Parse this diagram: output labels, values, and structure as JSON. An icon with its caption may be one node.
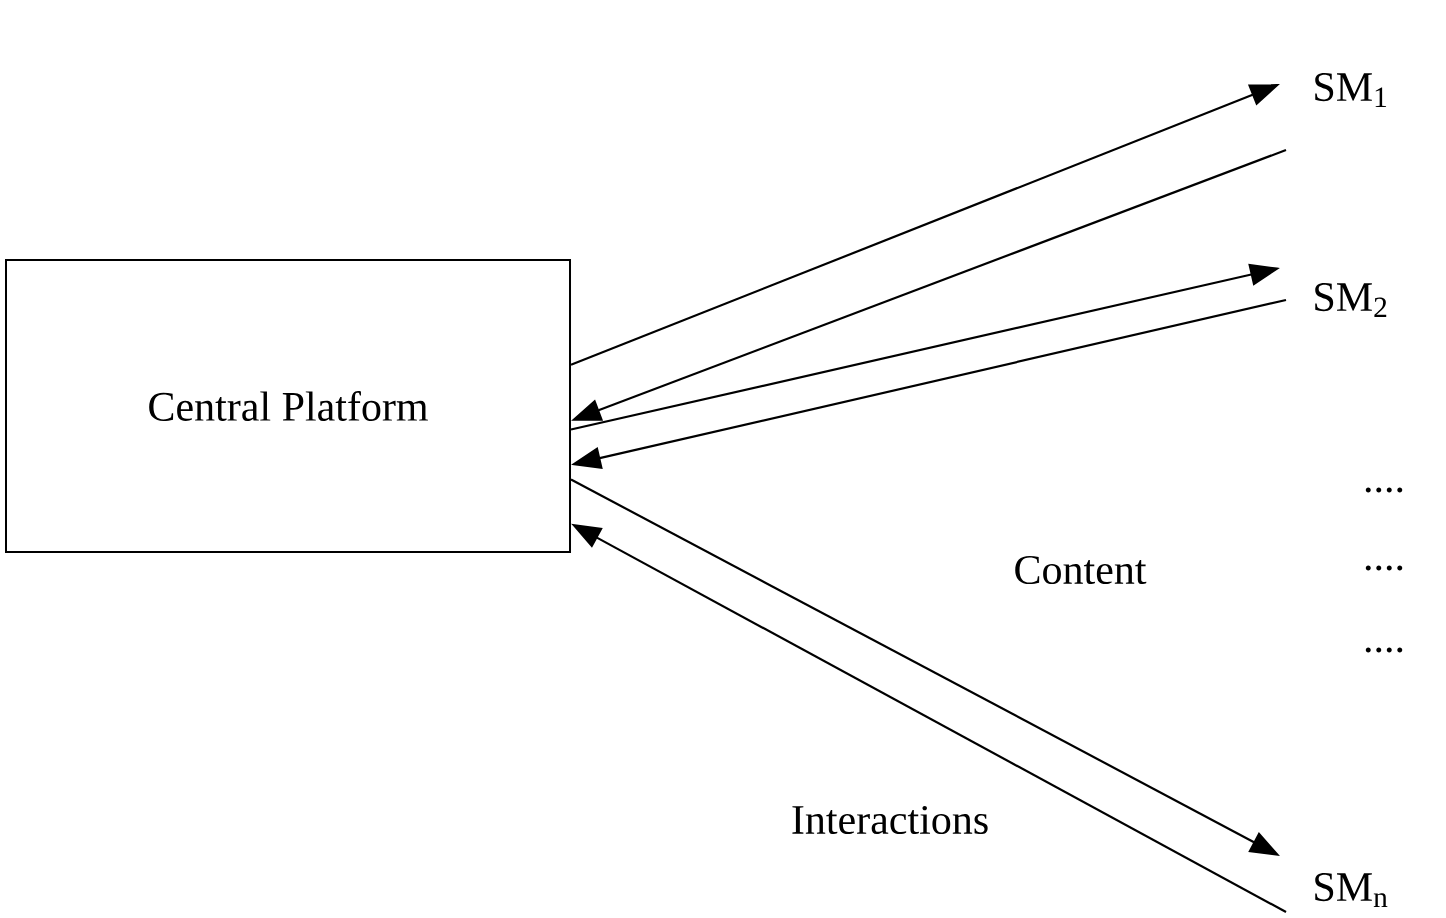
{
  "diagram": {
    "nodes": [
      {
        "text": [
          "Central Platform"
        ]
      },
      {
        "text": [
          "SM$_{1}$"
        ]
      },
      {
        "text": [
          "SM$_{2}$"
        ]
      },
      {
        "text": [
          "SM$_{n}$"
        ]
      }
    ],
    "edges": [
      {
        "from": 0,
        "to": 1,
        "arrow": "to"
      },
      {
        "from": 1,
        "to": 0,
        "arrow": "to"
      },
      {
        "from": 0,
        "to": 2,
        "arrow": "to"
      },
      {
        "from": 2,
        "to": 0,
        "arrow": "to"
      },
      {
        "from": 0,
        "to": 3,
        "arrow": "to",
        "label": "Content"
      },
      {
        "from": 3,
        "to": 0,
        "arrow": "to",
        "label": "Interactions"
      }
    ],
    "labels": [
      "....",
      "....",
      "...."
    ]
  }
}
